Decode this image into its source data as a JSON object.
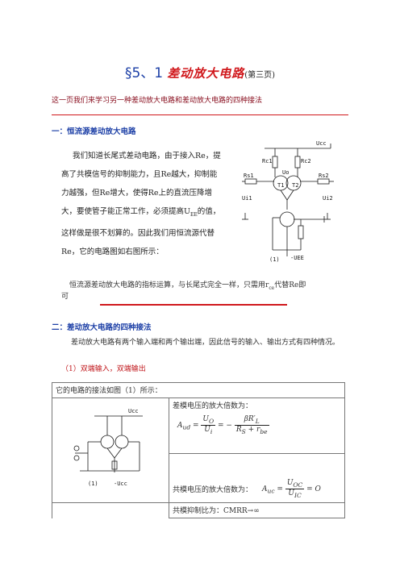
{
  "title": {
    "section": "§5、1",
    "name": "差动放大电路",
    "page_note": "(第三页)"
  },
  "intro": "这一页我们来学习另一种差动放大电路和差动放大电路的四种接法",
  "section1": {
    "heading": "一：恒流源差动放大电路",
    "lines": [
      "我们知道长尾式差动电路，由于接入Re，提",
      "高了共模信号的抑制能力，且Re越大，抑制能",
      "力越强，但Re增大，使得Re上的直流压降增",
      "大，要使管子能正常工作，必须提高U",
      "这样做是很不划算的。因此我们用恒流源代替",
      "Re，它的电路图如右图所示："
    ],
    "line4_sub": "EE",
    "line4_tail": "的值，",
    "para2_a": "恒流源差动放大电路的指标运算，与长尾式完全一样，只需用r",
    "para2_sub": "ce",
    "para2_b": "代替Re即",
    "para2_c": "可",
    "circuit": {
      "caption": "(1)",
      "labels": [
        "Ucc",
        "Rc1",
        "Rc2",
        "Uo",
        "Rs1",
        "Rs2",
        "T1",
        "T2",
        "Ui1",
        "Ui2",
        "-UEE"
      ]
    }
  },
  "section2": {
    "heading": "二：差动放大电路的四种接法",
    "para": "差动放大电路有两个输入端和两个输出端，因此信号的输入、输出方式有四种情况。",
    "sub1": "（1）双端输入，双端输出",
    "table": {
      "header": "它的电路的接法如图（1）所示：",
      "diff_label": "差模电压的放大倍数为：",
      "cm_label": "共模电压的放大倍数为：",
      "cmrr": "共模抑制比为：CMRR→∞",
      "circuit_caption": "(1)",
      "circuit_neg": "-Ucc",
      "circuit_ucc": "Ucc"
    }
  }
}
